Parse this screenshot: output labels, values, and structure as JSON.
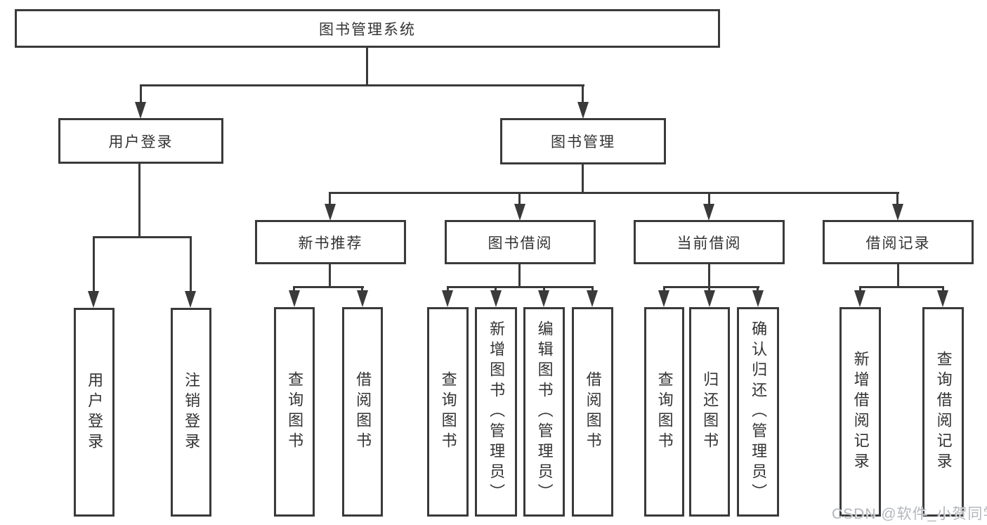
{
  "diagram": {
    "root": {
      "label": "图书管理系统"
    },
    "branches": [
      {
        "label": "用户登录",
        "children": [
          {
            "label": "用户登录"
          },
          {
            "label": "注销登录"
          }
        ]
      },
      {
        "label": "图书管理",
        "children": [
          {
            "label": "新书推荐",
            "children": [
              {
                "label": "查询图书"
              },
              {
                "label": "借阅图书"
              }
            ]
          },
          {
            "label": "图书借阅",
            "children": [
              {
                "label": "查询图书"
              },
              {
                "label": "新增图书（管理员）"
              },
              {
                "label": "编辑图书（管理员）"
              },
              {
                "label": "借阅图书"
              }
            ]
          },
          {
            "label": "当前借阅",
            "children": [
              {
                "label": "查询图书"
              },
              {
                "label": "归还图书"
              },
              {
                "label": "确认归还（管理员）"
              }
            ]
          },
          {
            "label": "借阅记录",
            "children": [
              {
                "label": "新增借阅记录"
              },
              {
                "label": "查询借阅记录"
              }
            ]
          }
        ]
      }
    ],
    "watermark": "CSDN @软件_小贺同学",
    "colors": {
      "line": "#3a3a3a",
      "text": "#333333",
      "background": "#ffffff",
      "watermark": "#b3b7bd"
    }
  }
}
